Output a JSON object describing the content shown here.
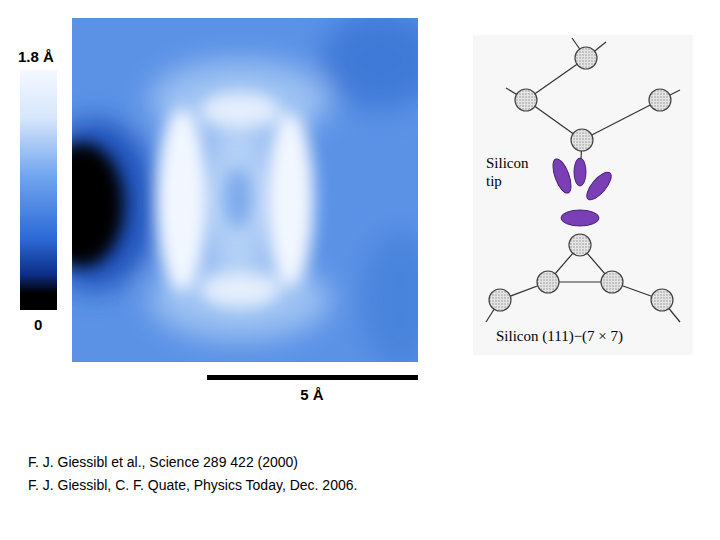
{
  "diagram": {
    "labels": [
      "1.8 Å",
      "0",
      "5 Å",
      "Silicon tip",
      "Silicon (111)−(7 × 7)",
      "F. J. Giessibl et al., Science 289 422 (2000)",
      "F. J. Giessibl, C. F. Quate, Physics Today, Dec. 2006."
    ]
  }
}
